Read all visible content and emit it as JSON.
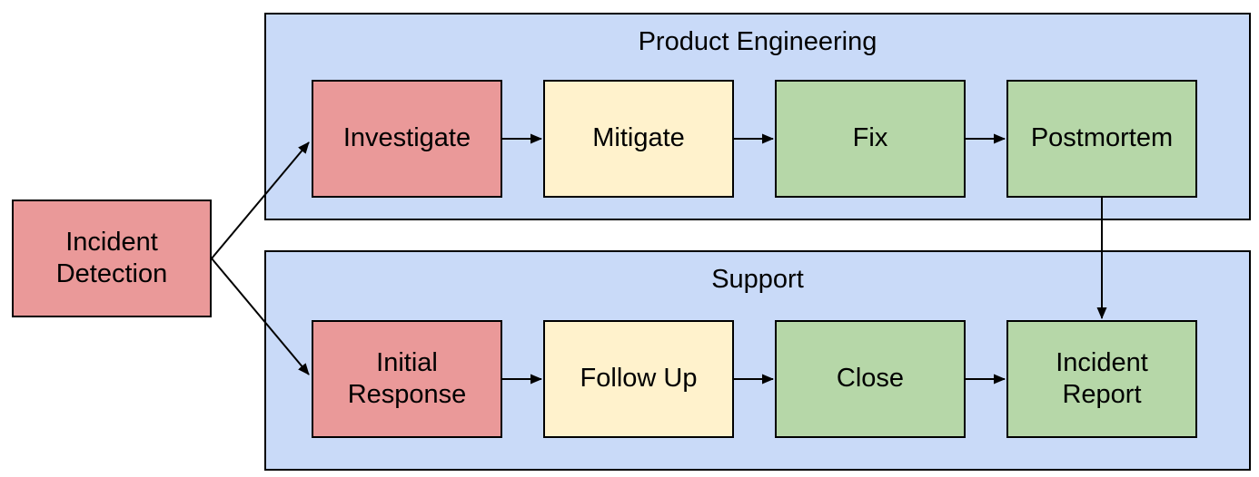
{
  "diagram": {
    "type": "flowchart",
    "entry_node": {
      "label": "Incident Detection",
      "fill": "#ea9999"
    },
    "lanes": [
      {
        "label": "Product Engineering",
        "fill": "#c9daf8",
        "steps": [
          {
            "label": "Investigate",
            "fill": "#ea9999"
          },
          {
            "label": "Mitigate",
            "fill": "#fff2cc"
          },
          {
            "label": "Fix",
            "fill": "#b6d7a8"
          },
          {
            "label": "Postmortem",
            "fill": "#b6d7a8"
          }
        ]
      },
      {
        "label": "Support",
        "fill": "#c9daf8",
        "steps": [
          {
            "label": "Initial Response",
            "fill": "#ea9999"
          },
          {
            "label": "Follow Up",
            "fill": "#fff2cc"
          },
          {
            "label": "Close",
            "fill": "#b6d7a8"
          },
          {
            "label": "Incident Report",
            "fill": "#b6d7a8"
          }
        ]
      }
    ],
    "edges": [
      {
        "from": "Incident Detection",
        "to": "Investigate"
      },
      {
        "from": "Incident Detection",
        "to": "Initial Response"
      },
      {
        "from": "Investigate",
        "to": "Mitigate"
      },
      {
        "from": "Mitigate",
        "to": "Fix"
      },
      {
        "from": "Fix",
        "to": "Postmortem"
      },
      {
        "from": "Postmortem",
        "to": "Incident Report"
      },
      {
        "from": "Initial Response",
        "to": "Follow Up"
      },
      {
        "from": "Follow Up",
        "to": "Close"
      },
      {
        "from": "Close",
        "to": "Incident Report"
      }
    ],
    "colors": {
      "lane_fill": "#c9daf8",
      "node_red": "#ea9999",
      "node_yellow": "#fff2cc",
      "node_green": "#b6d7a8",
      "border": "#000000",
      "arrow": "#000000",
      "text": "#000000",
      "background": "#ffffff"
    }
  }
}
